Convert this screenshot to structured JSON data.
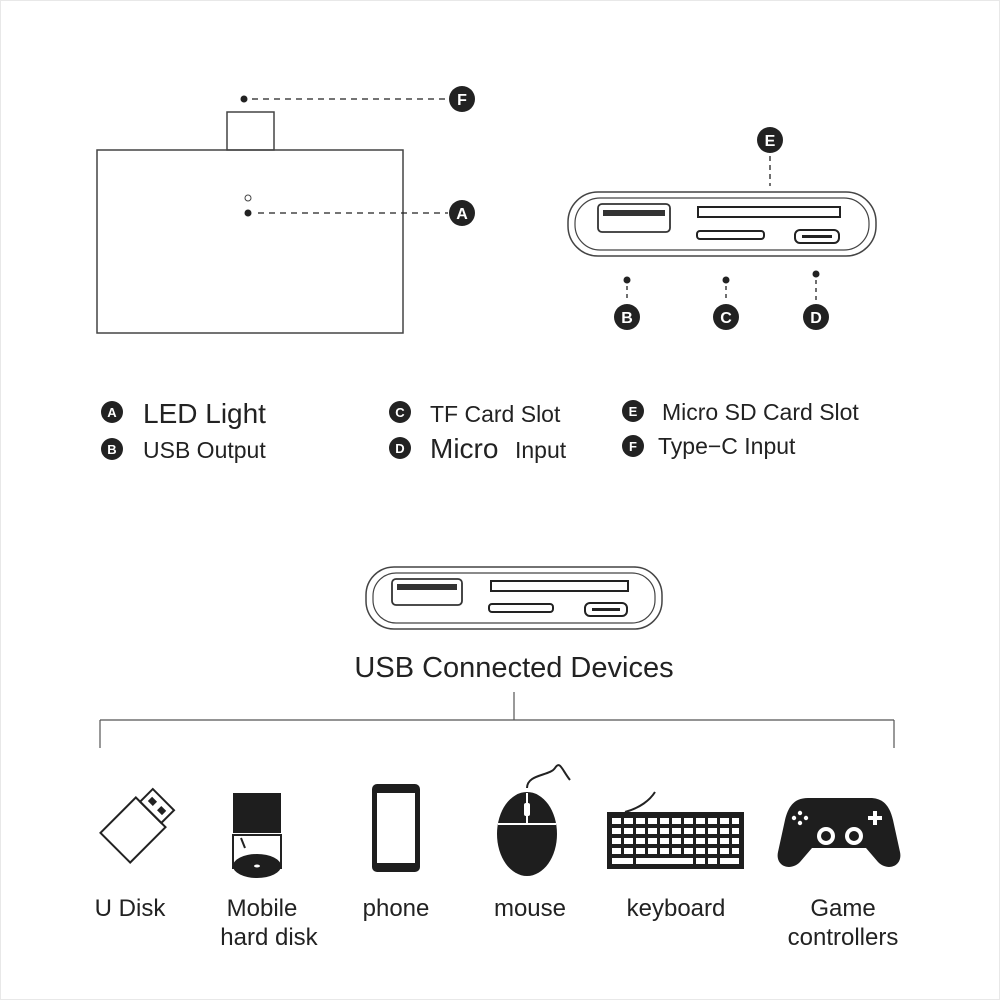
{
  "callouts": {
    "a": "A",
    "b": "B",
    "c": "C",
    "d": "D",
    "e": "E",
    "f": "F"
  },
  "legend": {
    "a_label": "LED Light",
    "b_label": "USB Output",
    "c_label": "TF Card Slot",
    "d_label_1": "Micro",
    "d_label_2": "Input",
    "e_label": "Micro SD Card Slot",
    "f_label": "Type−C Input"
  },
  "section": {
    "title": "USB Connected Devices"
  },
  "devices": [
    {
      "label": "U Disk",
      "icon": "usb-flash-drive-icon"
    },
    {
      "label_1": "Mobile",
      "label_2": "hard disk",
      "icon": "hard-disk-icon"
    },
    {
      "label": "phone",
      "icon": "phone-icon"
    },
    {
      "label": "mouse",
      "icon": "mouse-icon"
    },
    {
      "label": "keyboard",
      "icon": "keyboard-icon"
    },
    {
      "label_1": "Game",
      "label_2": "controllers",
      "icon": "gamepad-icon"
    }
  ],
  "colors": {
    "ink": "#222222",
    "line": "#444444",
    "background": "#ffffff"
  }
}
